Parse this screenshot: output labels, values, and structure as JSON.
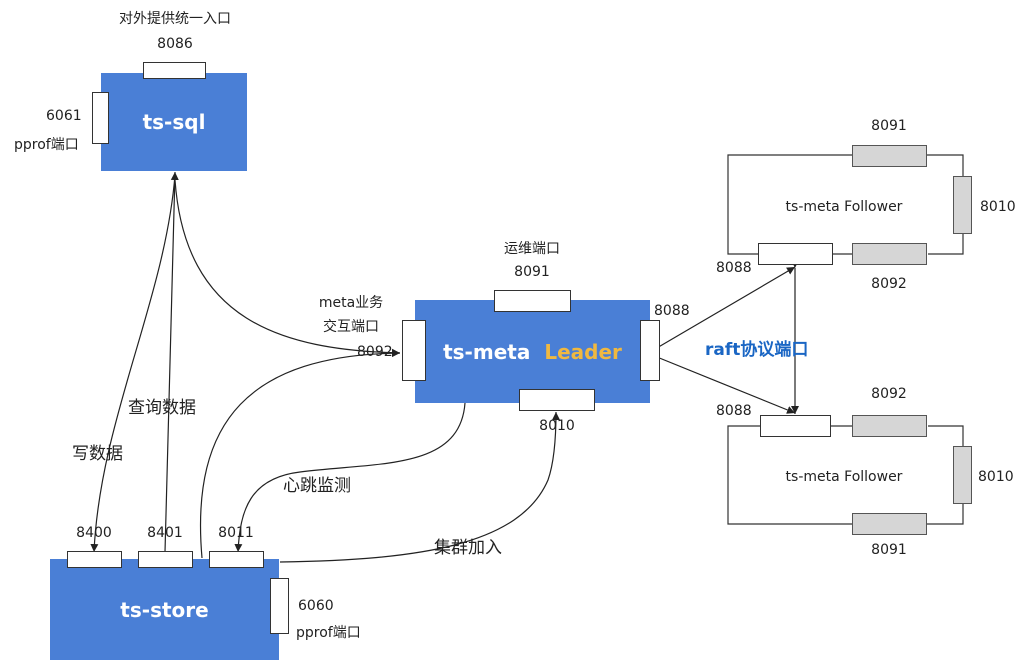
{
  "ts_sql": {
    "name": "ts-sql",
    "top_label": "对外提供统一入口",
    "top_port": "8086",
    "side_port": "6061",
    "side_desc": "pprof端口"
  },
  "ts_meta": {
    "name": "ts-meta",
    "role": "Leader",
    "ops_label": "运维端口",
    "ops_port": "8091",
    "biz_label_1": "meta业务",
    "biz_label_2": "交互端口",
    "biz_port": "8092",
    "raft_port": "8088",
    "join_port": "8010"
  },
  "ts_store": {
    "name": "ts-store",
    "port_write": "8400",
    "port_query": "8401",
    "port_heartbeat": "8011",
    "side_port": "6060",
    "side_desc": "pprof端口"
  },
  "follower_top": {
    "name": "ts-meta Follower",
    "port_top": "8091",
    "port_right": "8010",
    "port_bottom": "8092",
    "port_raft": "8088"
  },
  "follower_bottom": {
    "name": "ts-meta Follower",
    "port_top": "8092",
    "port_right": "8010",
    "port_bottom": "8091",
    "port_raft": "8088"
  },
  "flows": {
    "write": "写数据",
    "query": "查询数据",
    "heartbeat": "心跳监测",
    "join": "集群加入",
    "raft": "raft协议端口"
  },
  "colors": {
    "box": "#4a7fd6",
    "leader_text": "#f0b840",
    "raft_text": "#1a66c4",
    "follower_port": "#d6d6d6"
  }
}
